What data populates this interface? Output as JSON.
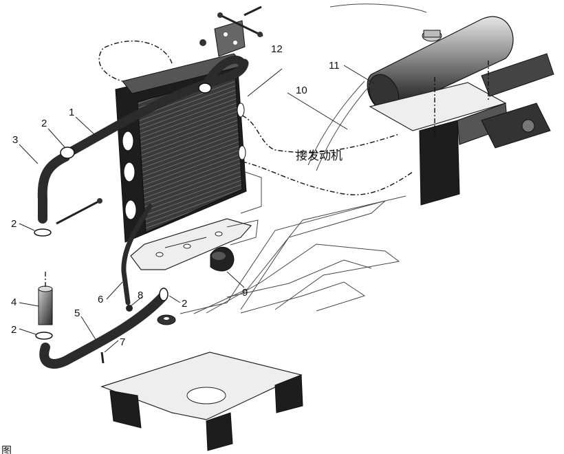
{
  "diagram": {
    "part_labels": [
      "1",
      "2",
      "3",
      "2",
      "4",
      "2",
      "5",
      "7",
      "6",
      "8",
      "2",
      "9",
      "10",
      "11",
      "12"
    ],
    "engine_label": "接发动机",
    "corner_mark": "图"
  },
  "colors": {
    "line": "#1d1d1d",
    "metal": "#9a9a9a",
    "plate": "#eeeeee",
    "background": "#ffffff"
  }
}
